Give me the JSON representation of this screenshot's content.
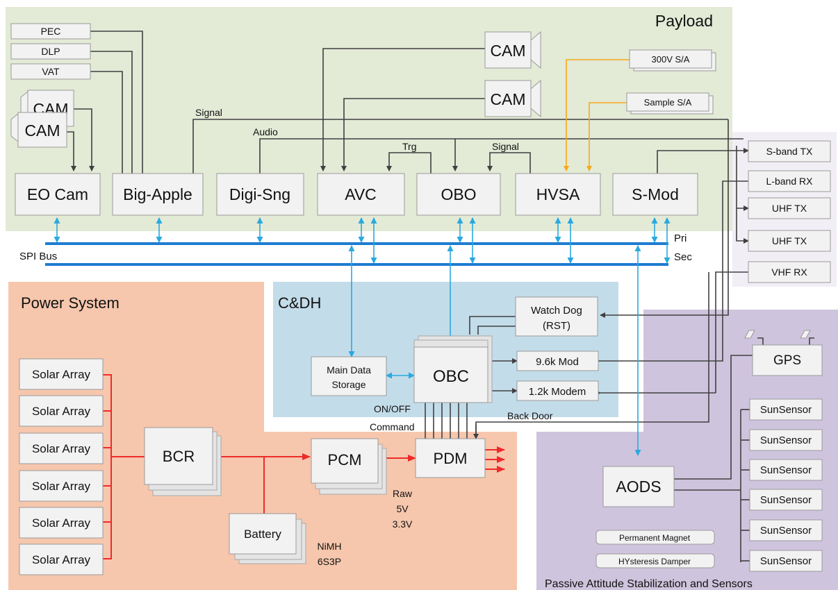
{
  "regions": {
    "payload": "Payload",
    "power": "Power System",
    "cdh": "C&DH",
    "adcs": "Passive Attitude Stabilization and Sensors"
  },
  "payload": {
    "pec": "PEC",
    "dlp": "DLP",
    "vat": "VAT",
    "cam": "CAM",
    "eo_cam": "EO Cam",
    "big_apple": "Big-Apple",
    "digi_sng": "Digi-Sng",
    "avc": "AVC",
    "obo": "OBO",
    "hvsa": "HVSA",
    "s_mod": "S-Mod",
    "sa_300v": "300V S/A",
    "sample_sa": "Sample S/A",
    "signal": "Signal",
    "audio": "Audio",
    "trg": "Trg"
  },
  "bus": {
    "spi": "SPI Bus",
    "pri": "Pri",
    "sec": "Sec"
  },
  "comm": [
    "S-band TX",
    "L-band RX",
    "UHF TX",
    "UHF TX",
    "VHF RX"
  ],
  "cdh": {
    "watchdog_1": "Watch Dog",
    "watchdog_2": "(RST)",
    "mod96": "9.6k Mod",
    "modem12": "1.2k Modem",
    "obc": "OBC",
    "storage_1": "Main Data",
    "storage_2": "Storage",
    "back_door": "Back Door"
  },
  "power": {
    "solar_array": "Solar Array",
    "bcr": "BCR",
    "pcm": "PCM",
    "pdm": "PDM",
    "battery": "Battery",
    "onoff_1": "ON/OFF",
    "onoff_2": "Command",
    "raw": "Raw",
    "v5": "5V",
    "v33": "3.3V",
    "nimh": "NiMH",
    "config": "6S3P"
  },
  "adcs": {
    "gps": "GPS",
    "aods": "AODS",
    "sunsensor": "SunSensor",
    "magnet": "Permanent Magnet",
    "damper": "HYsteresis Damper"
  },
  "colors": {
    "payload_bg": "#e3ead6",
    "power_bg": "#f6c7ad",
    "cdh_bg": "#c3dce9",
    "adcs_bg": "#cfc4dd",
    "bus": "#1f7cd1",
    "data_link": "#29a9e0",
    "power_line": "#ee2a2a",
    "hv_line": "#f7a81b"
  }
}
